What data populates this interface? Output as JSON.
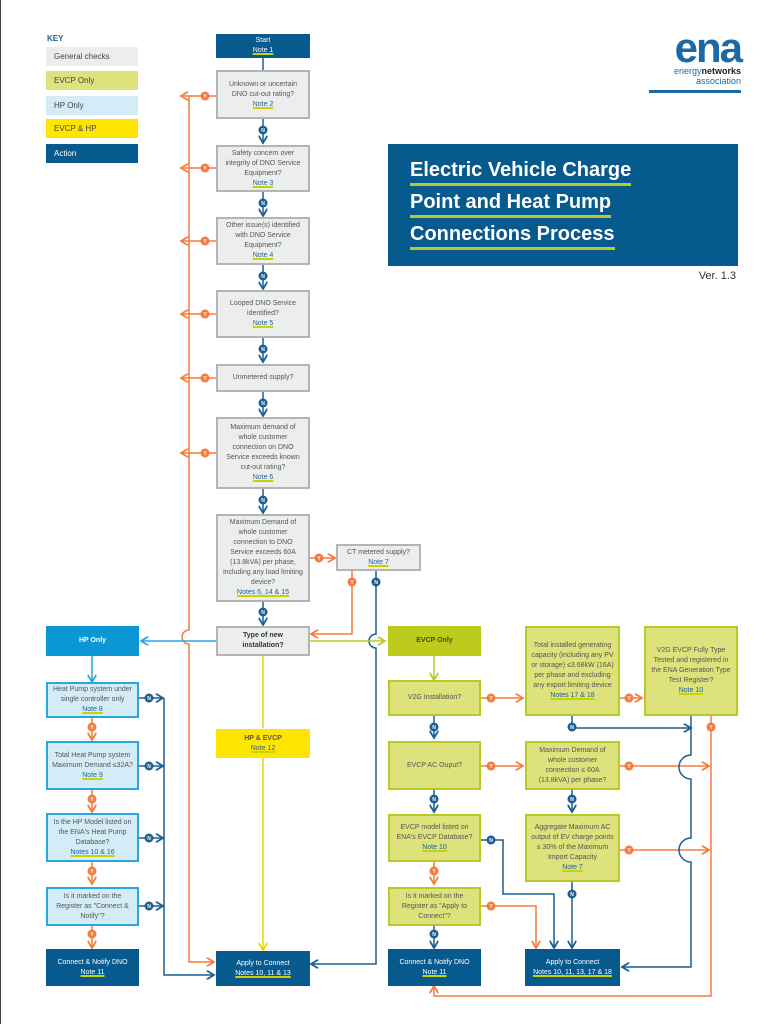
{
  "key": {
    "title": "KEY",
    "items": [
      {
        "label": "General checks",
        "color": "#eceeed"
      },
      {
        "label": "EVCP Only",
        "color": "#dde27c"
      },
      {
        "label": "HP Only",
        "color": "#d3ecf8"
      },
      {
        "label": "EVCP & HP",
        "color": "#ffe600"
      },
      {
        "label": "Action",
        "color": "#075a8e"
      }
    ]
  },
  "logo": {
    "big": "ena",
    "line1a": "energy",
    "line1b": "networks",
    "line2": "association"
  },
  "title": {
    "lines": [
      "Electric Vehicle Charge",
      "Point and Heat Pump",
      "Connections Process"
    ]
  },
  "version": "Ver. 1.3",
  "connectors": {
    "yes": "Y",
    "no": "N"
  },
  "nodes": {
    "start": {
      "text": "Start",
      "note": "Note  1"
    },
    "q_unknown": {
      "text": "Unknown or uncertain DNO cut-out rating?",
      "note": "Note  2"
    },
    "q_safety": {
      "text": "Safety concern over integrity of DNO Service Equipment?",
      "note": "Note  3"
    },
    "q_other": {
      "text": "Other issue(s) identified with DNO Service Equipment?",
      "note": "Note  4"
    },
    "q_looped": {
      "text": "Looped DNO Service identified?",
      "note": "Note  5"
    },
    "q_unmetered": {
      "text": "Unmetered supply?",
      "note": ""
    },
    "q_maxdemand": {
      "text": "Maximum demand of whole customer connection on DNO Service exceeds known cut-out rating?",
      "note": "Note  6"
    },
    "q_60a": {
      "text": "Maximum Demand of whole customer connection to DNO Service exceeds 60A (13.8kVA) per phase, including any load limiting device?",
      "note": "Notes 6, 14 & 15"
    },
    "q_ct": {
      "text": "CT metered supply?",
      "note": "Note  7"
    },
    "q_type": {
      "text": "Type of new installation?",
      "note": ""
    },
    "hp_only": {
      "text": "HP Only"
    },
    "hp_single": {
      "text": "Heat Pump system under single controller only",
      "note": "Note  8"
    },
    "hp_32a": {
      "text": "Total Heat Pump system Maximum Demand ≤32A?",
      "note": "Note  9"
    },
    "hp_db": {
      "text": "Is the HP Model listed on the ENA's Heat Pump Database?",
      "note": "Notes 10 & 16"
    },
    "hp_marked": {
      "text": "Is it marked on the Register as \"Connect & Notify\"?",
      "note": ""
    },
    "hp_connect": {
      "text": "Connect & Notify DNO",
      "note": "Note 11"
    },
    "hp_evcp": {
      "text": "HP & EVCP",
      "note": "Note 12"
    },
    "apply_center": {
      "text": "Apply to Connect",
      "note": "Notes 10, 11 & 13"
    },
    "evcp_only": {
      "text": "EVCP Only"
    },
    "ev_v2g": {
      "text": "V2G Installation?",
      "note": ""
    },
    "ev_gen": {
      "text": "Total installed generating capacity (including any PV or storage) ≤3.68kW (16A) per phase and excluding any export limiting device",
      "note": "Notes 17 & 18"
    },
    "ev_v2g_type": {
      "text": "V2G EVCP Fully Type Tested and registered in the ENA Generation Type Test Register?",
      "note": "Note 10"
    },
    "ev_ac": {
      "text": "EVCP AC Ouput?",
      "note": ""
    },
    "ev_md60": {
      "text": "Maximum Demand of whole customer connection ≤ 60A (13.8kVA) per phase?",
      "note": ""
    },
    "ev_db": {
      "text": "EVCP model listed on ENA's EVCP Database?",
      "note": "Note 10"
    },
    "ev_agg": {
      "text": "Aggregate Maximum AC output of EV charge points ≤ 30% of the Maximum Import Capacity",
      "note": "Note  7"
    },
    "ev_marked": {
      "text": "Is it marked on the Register as \"Apply to Connect\"?",
      "note": ""
    },
    "ev_connect": {
      "text": "Connect & Notify DNO",
      "note": "Note 11"
    },
    "ev_apply": {
      "text": "Apply to Connect",
      "note": "Notes 10, 11, 13, 17 & 18"
    }
  },
  "colors": {
    "action": "#075a8e",
    "yes": "#f47b3f",
    "no": "#1b5e92",
    "hp": "#29a6e0",
    "evcp": "#b8c928",
    "both": "#ffe600"
  }
}
